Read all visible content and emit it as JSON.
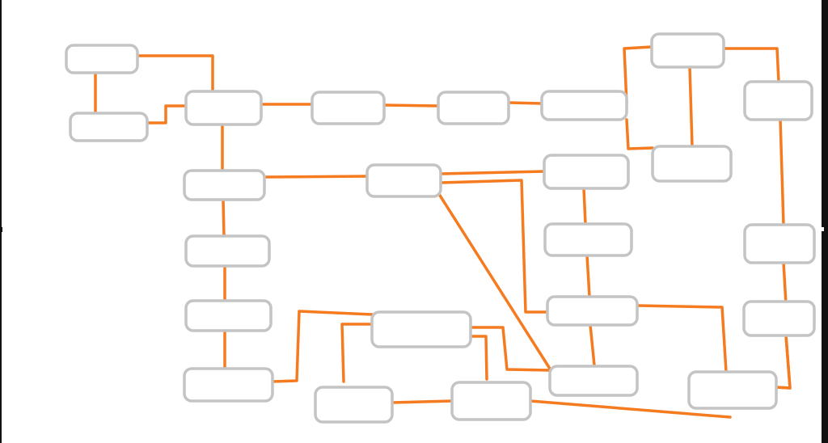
{
  "diagram": {
    "title": "",
    "colors": {
      "node_fill": "#ffffff",
      "node_border": "#c4c4c4",
      "edge": "#f47b20",
      "background": "#ffffff",
      "frame": "#111111"
    },
    "nodes": [
      {
        "id": "n1",
        "label": ""
      },
      {
        "id": "n2",
        "label": ""
      },
      {
        "id": "n3",
        "label": ""
      },
      {
        "id": "n4",
        "label": ""
      },
      {
        "id": "n5",
        "label": ""
      },
      {
        "id": "n6",
        "label": ""
      },
      {
        "id": "n7",
        "label": ""
      },
      {
        "id": "n8",
        "label": ""
      },
      {
        "id": "n9",
        "label": ""
      },
      {
        "id": "n10",
        "label": ""
      },
      {
        "id": "n11",
        "label": ""
      },
      {
        "id": "n12",
        "label": ""
      },
      {
        "id": "n13",
        "label": ""
      },
      {
        "id": "n14",
        "label": ""
      },
      {
        "id": "n15",
        "label": ""
      },
      {
        "id": "n16",
        "label": ""
      },
      {
        "id": "n17",
        "label": ""
      },
      {
        "id": "n18",
        "label": ""
      },
      {
        "id": "n19",
        "label": ""
      },
      {
        "id": "n20",
        "label": ""
      },
      {
        "id": "n21",
        "label": ""
      },
      {
        "id": "n22",
        "label": ""
      },
      {
        "id": "n23",
        "label": ""
      },
      {
        "id": "n24",
        "label": ""
      },
      {
        "id": "n25",
        "label": ""
      }
    ],
    "edges": [
      {
        "from": "n1",
        "to": "n3"
      },
      {
        "from": "n1",
        "to": "n2"
      },
      {
        "from": "n2",
        "to": "n3"
      },
      {
        "from": "n3",
        "to": "n4"
      },
      {
        "from": "n4",
        "to": "n5"
      },
      {
        "from": "n5",
        "to": "n6"
      },
      {
        "from": "n6",
        "to": "n7"
      },
      {
        "from": "n6",
        "to": "n9"
      },
      {
        "from": "n7",
        "to": "n9"
      },
      {
        "from": "n7",
        "to": "n8"
      },
      {
        "from": "n8",
        "to": "n15"
      },
      {
        "from": "n3",
        "to": "n10"
      },
      {
        "from": "n10",
        "to": "n11"
      },
      {
        "from": "n11",
        "to": "n12"
      },
      {
        "from": "n11",
        "to": "n17"
      },
      {
        "from": "n11",
        "to": "n18"
      },
      {
        "from": "n11",
        "to": "n22"
      },
      {
        "from": "n10",
        "to": "n13"
      },
      {
        "from": "n13",
        "to": "n14"
      },
      {
        "from": "n14",
        "to": "n15"
      },
      {
        "from": "n15",
        "to": "n16"
      },
      {
        "from": "n12",
        "to": "n17"
      },
      {
        "from": "n17",
        "to": "n18"
      },
      {
        "from": "n18",
        "to": "n22"
      },
      {
        "from": "n18",
        "to": "n24"
      },
      {
        "from": "n16",
        "to": "n19"
      },
      {
        "from": "n19",
        "to": "n20"
      },
      {
        "from": "n19",
        "to": "n21"
      },
      {
        "from": "n19",
        "to": "n22"
      },
      {
        "from": "n20",
        "to": "n21"
      },
      {
        "from": "n21",
        "to": "n24"
      },
      {
        "from": "n23",
        "to": "n25"
      },
      {
        "from": "n25",
        "to": "n24"
      }
    ]
  }
}
